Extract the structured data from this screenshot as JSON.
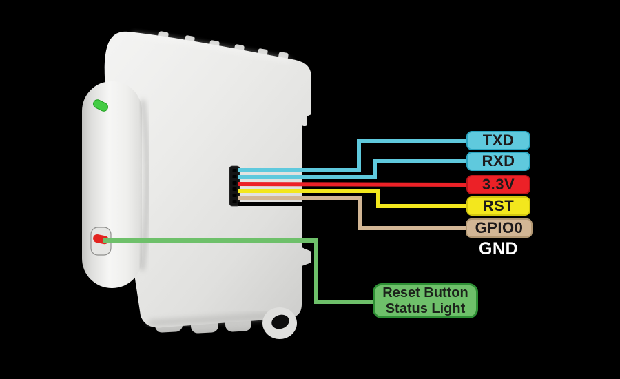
{
  "page": {
    "background": "#000000"
  },
  "device": {
    "description": "white DIN-rail smart module, side view",
    "body_color": "#EAEAE8",
    "led_color": "#44CC44",
    "led_edge_color": "#1F9E1F",
    "button_color": "#E32420",
    "button_edge_color": "#A80F0F",
    "connector_color": "#141414"
  },
  "pins": [
    {
      "label": "TXD",
      "color": "#5FC9DD",
      "border": "#2BA6C2",
      "text_color": "#1E1A1B"
    },
    {
      "label": "RXD",
      "color": "#5FC9DD",
      "border": "#2BA6C2",
      "text_color": "#1E1A1B"
    },
    {
      "label": "3.3V",
      "color": "#EC2127",
      "border": "#BE161B",
      "text_color": "#1E1A1B"
    },
    {
      "label": "RST",
      "color": "#F3E71D",
      "border": "#D4C80F",
      "text_color": "#1E1A1B"
    },
    {
      "label": "GPIO0",
      "color": "#D2B695",
      "border": "#B39873",
      "text_color": "#1E1A1B"
    },
    {
      "label": "GND",
      "color": "#000000",
      "border": "#000000",
      "text_color": "#FFFFFF"
    }
  ],
  "annotation": {
    "line1": "Reset Button",
    "line2": "Status Light",
    "fill": "#6EC06A",
    "border": "#2E8F35",
    "text_color": "#1C231B"
  }
}
